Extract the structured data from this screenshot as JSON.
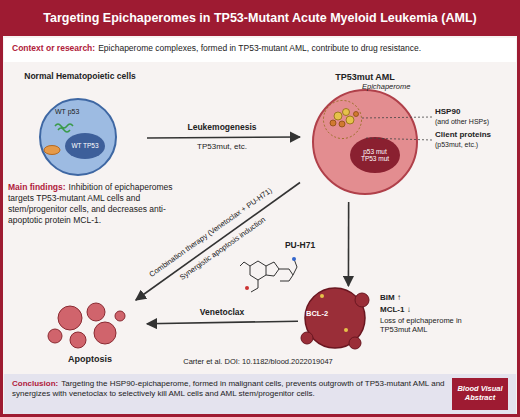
{
  "diagram": {
    "title": "Targeting Epichaperomes in TP53-Mutant Acute Myeloid Leukemia (AML)",
    "nodes": [
      {
        "text": [
          "Context or research:",
          "Epichaperome complexes, formed in TP53-mutant AML, contribute to drug resistance."
        ]
      },
      {
        "text": [
          "Normal Hematopoietic cells",
          "WT p53"
        ]
      },
      {
        "text": [
          "WT TP53"
        ],
        "in": 1
      },
      {
        "text": [
          "TP53mut AML",
          "Epichaperome"
        ]
      },
      {
        "text": [
          "p53 mut",
          "TP53 mut"
        ],
        "in": 3
      },
      {
        "text": [
          "BCL-2"
        ]
      },
      {
        "text": [
          "Apoptosis"
        ]
      },
      {
        "text": [
          "Conclusion:",
          "Targeting the HSP90-epichaperome, formed in malignant cells, prevents outgrowth of TP53-mutant AML and synergizes with venetoclax to selectively kill AML cells and AML stem/progenitor cells."
        ]
      },
      {
        "text": [
          "Blood Visual Abstract"
        ],
        "in": 7
      }
    ],
    "edges": [
      {
        "from": 1,
        "to": 3,
        "arrow": "to",
        "label": "Leukemogenesis"
      },
      {
        "from": 3,
        "to": 5,
        "arrow": "to",
        "label": "PU-H71"
      },
      {
        "from": 5,
        "to": 6,
        "arrow": "to",
        "label": "Venetoclax"
      },
      {
        "from": 3,
        "to": 6,
        "arrow": "to",
        "label": "Combination therapy (Venetoclax + PU-H71)"
      }
    ],
    "labels": [
      "TP53mut, etc.",
      "HSP90",
      "(and other HSPs)",
      "Client proteins",
      "(p53mut, etc.)",
      "Synergistic apoptosis induction",
      "Main findings:",
      "Inhibition of epichaperomes targets TP53-mutant AML cells and stem/progenitor cells, and decreases anti-apoptotic protein MCL-1.",
      "BIM ↑",
      "MCL-1 ↓",
      "Loss of epichaperome in TP53mut AML",
      "Carter et al. DOI: 10.1182/blood.2022019047"
    ]
  }
}
